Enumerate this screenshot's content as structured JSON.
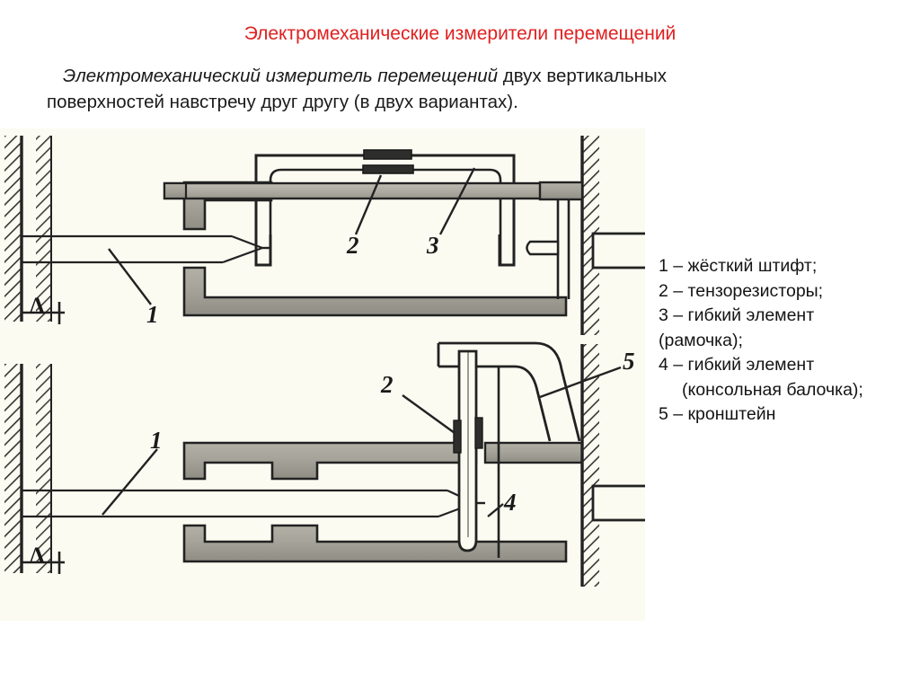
{
  "slide": {
    "title": "Электромеханические измерители перемещений",
    "subtitle_italic": "Электромеханический измеритель перемещений",
    "subtitle_rest": " двух вертикальных поверхностей навстречу друг другу (в двух вариантах).",
    "title_color": "#e02020",
    "text_color": "#141414",
    "figure_background": "#fbfbf2"
  },
  "legend": {
    "lines": [
      "1 – жёсткий штифт;",
      "2 – тензорезисторы;",
      "3 – гибкий элемент",
      "(рамочка);",
      "4 – гибкий элемент",
      "(консольная балочка);",
      "5 – кронштейн"
    ]
  },
  "figure": {
    "callouts": {
      "top_1": "1",
      "top_2": "2",
      "top_3": "3",
      "bottom_1": "1",
      "bottom_2": "2",
      "bottom_4": "4",
      "bottom_5": "5"
    },
    "dimension_symbols": {
      "top_delta": "Δ",
      "bottom_delta": "Δ"
    },
    "variants": [
      {
        "name": "frame-variant",
        "elements": [
          "left-wall",
          "right-wall",
          "rigid-pin",
          "frame-element",
          "strain-gauges",
          "mounting-blocks"
        ]
      },
      {
        "name": "cantilever-variant",
        "elements": [
          "left-wall",
          "right-wall",
          "rigid-pin",
          "cantilever-beam",
          "strain-gauges",
          "bracket",
          "shelf-supports"
        ]
      }
    ]
  }
}
